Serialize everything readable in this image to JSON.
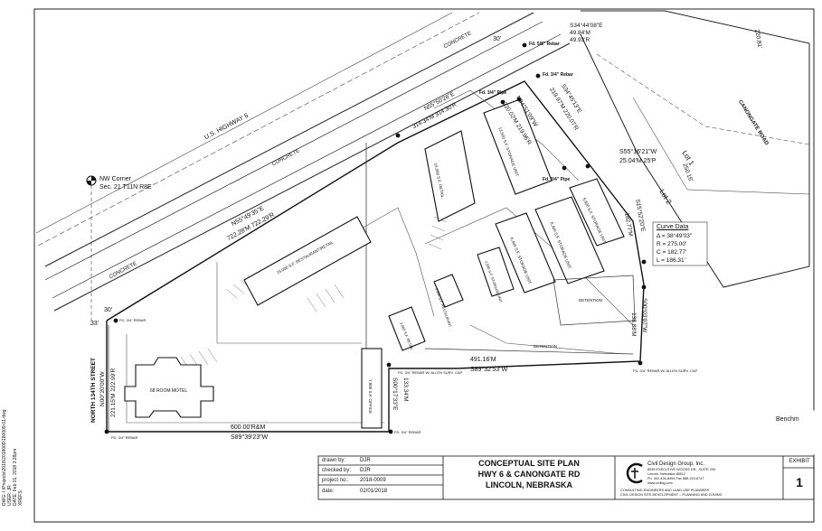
{
  "plan": {
    "road_canongate": "CANONGATE ROAD",
    "road_highway": "U.S. HIGHWAY 6",
    "concrete": "CONCRETE",
    "street_13th": "NORTH 134TH STREET",
    "lot1": "Lot 1",
    "lot2": "Lot 2",
    "nw_corner_1": "NW Corner",
    "nw_corner_2": "Sec. 21 T11N R8E",
    "bearings": {
      "top1": "S34°44'08\"E",
      "top2": "49.84'M",
      "top3": "49.93'R",
      "fd_rebar1": "Fd. 5/8\" Rebar",
      "fd_rebar2": "Fd. 3/4\" Rebar",
      "fd_pipe1": "Fd. 3/4\" Pipe",
      "fd_pipe2": "Fd. 3/4\" Pipe",
      "side1": "S34°45'13\"E",
      "side1b": "219.97'M  220.07'R",
      "n55": "N55°50'26\"E",
      "n55b": "314.34'M  314.30'R",
      "s55": "S55°16'21\"W",
      "s55b": "25.04'M  25'P",
      "n34": "N34°51'09\"W",
      "n34b": "220.02'M  219.96'R",
      "n55w": "N55°49'35\"E",
      "n55wb": "722.28'M  722.29'R",
      "s15": "S15°52'20\"E",
      "s15b": "182.77'M",
      "s00": "S00°03'07\"W",
      "s00b": "138.88'M",
      "d491": "491.16'M",
      "s89a": "S89°32'53\"W",
      "s00b2": "S00°17'33\"E",
      "s00b2v": "133.34'M",
      "d600": "600.00'R&M",
      "s89b": "S89°39'23\"W",
      "n00": "N00°20'00\"W",
      "n00v": "221.15'M  222.99'R",
      "d33": "33'",
      "d30": "30'",
      "d30b": "30'",
      "d220": "220.81'",
      "d250": "250.16'"
    },
    "buildings": {
      "b1": "15,000 S.F. RETAIL",
      "b2": "13,500 S.F. STORAGE UNIT",
      "b3": "5,500 S.F. RESTAURANT",
      "b4": "15,000 S.F. RESTAURANT/RETAIL",
      "b5": "8,400 S.F. STORAGE UNIT",
      "b6": "6,400 S.F. STORAGE UNIT",
      "b7": "5,600 S.F. STORAGE UNIT",
      "b8": "2,500 S.F. STORAGE UNIT",
      "b9": "3,600 S.F. RETAIL",
      "b10": "7,800 S.F. OFFICE",
      "motel": "68 ROOM MOTEL"
    },
    "detention1": "DETENTION",
    "detention2": "DETENTION",
    "rebar1": "FD. 3/4\" REBAR W/ ALLEN SURV. CAP",
    "rebar2": "FD. 3/4\" REBAR W/ ALLEN SURV. CAP",
    "rebar3": "FD. 3/4\" REBAR",
    "rebar4": "FD. 3/4\" REBAR",
    "rebar5": "FD. 3/4\" REBAR"
  },
  "curve": {
    "title": "Curve Data",
    "delta": "Δ = 38°49'03\"",
    "r": "R = 275.00'",
    "c": "C = 182.77'",
    "l": "L = 186.31'"
  },
  "benchmark": {
    "title": "Benchm"
  },
  "titleblock": {
    "drawn_label": "drawn by:",
    "drawn_value": "DJR",
    "checked_label": "checked by:",
    "checked_value": "DJR",
    "project_label": "project no.:",
    "project_value": "2018-0009",
    "date_label": "date:",
    "date_value": "02/01/2018",
    "title1": "CONCEPTUAL SITE PLAN",
    "title2": "HWY 6 & CANONGATE RD",
    "title3": "LINCOLN, NEBRASKA",
    "firm": "Civil Design Group, Inc.",
    "firm_addr1": "8535 EXECUTIVE WOODS DR., SUITE 200",
    "firm_addr2": "Lincoln, Nebraska 68512",
    "firm_phone": "Ph. 402-434-8494   Fax 888-215-6747",
    "firm_web": "www.civildg.com",
    "firm_tag1": "CONSULTING ENGINEERS AND LAND USE PLANNERS",
    "firm_tag2": "CIVIL DESIGN SITE DEVELOPMENT – PLANNING AND ZONING",
    "exhibit_label": "EXHIBIT",
    "exhibit_num": "1"
  },
  "margin": {
    "dwg": "DWG: I:\\Projects\\2018\\2018009\\180009-01.dwg",
    "user": "USER: JR",
    "date": "DATE: Feb 01, 2018 3:28pm",
    "xrefs": "XREFS:"
  }
}
